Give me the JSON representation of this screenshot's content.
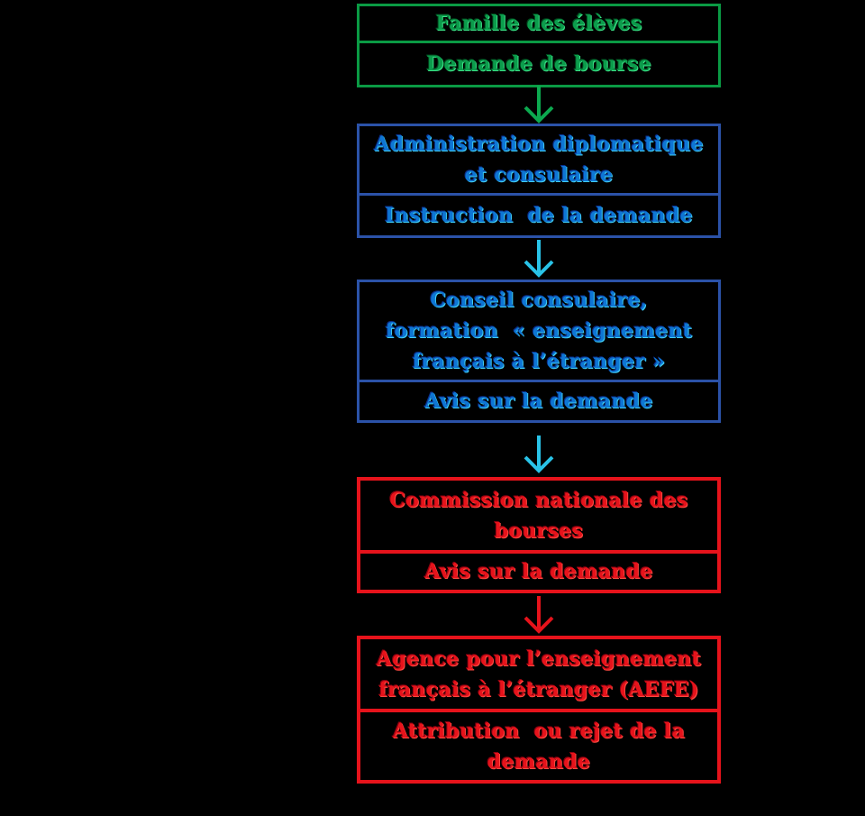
{
  "page": {
    "background_color": "#000000"
  },
  "colors": {
    "green_box": "#0A9A44",
    "blue_box": "#2B52A8",
    "red_box": "#E6131B",
    "green_text": "#0C9C4C",
    "blue_text": "#0E76D4",
    "red_text": "#E6131B",
    "arrow_green": "#0CA94F",
    "arrow_cyan": "#29C3E8",
    "arrow_red": "#E6131B"
  },
  "flowchart": {
    "boxes": [
      {
        "theme": "green",
        "title": "Famille des élèves",
        "subtitle": "Demande de bourse"
      },
      {
        "theme": "blue",
        "title": "Administration diplomatique\net consulaire",
        "subtitle": "Instruction  de la demande"
      },
      {
        "theme": "blue",
        "title": "Conseil consulaire,\nformation  « enseignement\nfrançais à l’étranger »",
        "subtitle": "Avis sur la demande"
      },
      {
        "theme": "red",
        "title": "Commission nationale des\nbourses",
        "subtitle": "Avis sur la demande"
      },
      {
        "theme": "red",
        "title": "Agence pour l’enseignement\nfrançais à l’étranger (AEFE)",
        "subtitle": "Attribution  ou rejet de la\ndemande"
      }
    ],
    "arrows": [
      {
        "direction": "down",
        "color": "#0CA94F"
      },
      {
        "direction": "down",
        "color": "#29C3E8"
      },
      {
        "direction": "down",
        "color": "#29C3E8"
      },
      {
        "direction": "down",
        "color": "#E6131B"
      }
    ]
  }
}
